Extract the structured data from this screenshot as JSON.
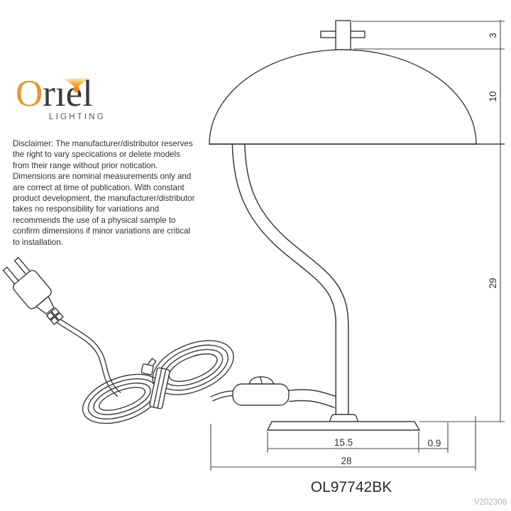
{
  "brand": {
    "name": "Oriel",
    "initial": "O",
    "rest_display": "rıel",
    "tagline": "LIGHTING"
  },
  "disclaimer": "Disclaimer: The manufacturer/distributor reserves\nthe right to vary specications or delete models\nfrom their range without prior notication.\nDimensions are nominal measurements only and\nare correct at time of publication. With constant\nproduct development, the manufacturer/distributor\ntakes no responsibility for variations and\nrecommends the use of a physical sample to\nconfirm dimensions if minor variations are critical\nto installation.",
  "drawing": {
    "dimensions": {
      "finial_height": "3",
      "shade_height": "10",
      "column_height": "29",
      "base_width": "15.5",
      "base_edge": "0.9",
      "shade_diameter": "28"
    }
  },
  "product": {
    "code": "OL97742BK",
    "version": "V202306"
  },
  "colors": {
    "accent_orange": "#ee9426",
    "line": "#3a3a3a",
    "text": "#303030",
    "muted": "#b1b1b1"
  }
}
